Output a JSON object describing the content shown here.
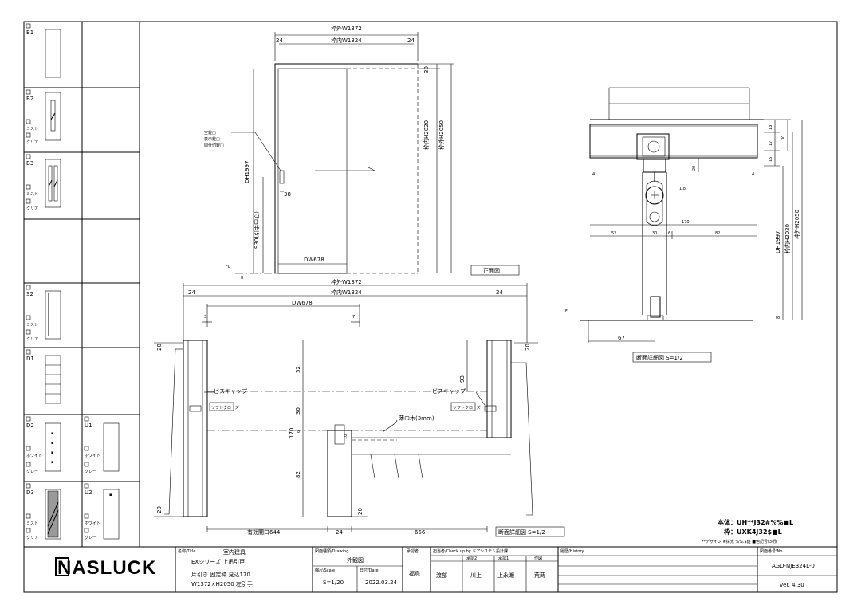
{
  "sidebar": {
    "types": [
      {
        "code": "B1",
        "options": []
      },
      {
        "code": "B2",
        "options": [
          "ミスト",
          "クリア"
        ]
      },
      {
        "code": "B3",
        "options": [
          "ミスト",
          "クリア"
        ]
      },
      {
        "code": "S2",
        "options": [
          "ミスト",
          "クリア"
        ]
      },
      {
        "code": "D1",
        "options": []
      },
      {
        "code": "D2",
        "options": [
          "ホワイト",
          "グレー"
        ]
      },
      {
        "code": "U1",
        "options": [
          "ホワイト",
          "グレー"
        ]
      },
      {
        "code": "D3",
        "options": [
          "ミスト",
          "クリア"
        ]
      },
      {
        "code": "U2",
        "options": [
          "ホワイト",
          "グレー"
        ]
      }
    ]
  },
  "front_view": {
    "outer_width": "枠外W1372",
    "inner_width": "枠内W1324",
    "margin_left": "24",
    "margin_right": "24",
    "top_gap": "30",
    "dh": "DH1997",
    "inner_height": "枠内H2020",
    "outer_height": "枠外H2050",
    "handle_height": "930(引手中心)",
    "handle_offset": "38",
    "dw": "DW678",
    "handle_options": [
      "空錠□",
      "表示錠□",
      "間仕切錠□"
    ],
    "floor_mark": "FL",
    "floor_gap": "8",
    "label": "正面図"
  },
  "plan_view": {
    "outer_width": "枠外W1372",
    "inner_width": "枠内W1324",
    "margin_left": "24",
    "margin_right": "24",
    "dw": "DW678",
    "dim_3": "3",
    "dim_7": "7",
    "dim_20": "20",
    "dim_52": "52",
    "dim_30": "30",
    "dim_170": "170",
    "dim_6": "6",
    "dim_82": "82",
    "dim_93": "93",
    "dim_10": "10",
    "screw_cap_left": "ビスキャップ",
    "screw_cap_right": "ビスキャップ",
    "soft_close": "ソフトクローズ",
    "veneer": "薄巾木(3mm)",
    "opening": "有効開口644",
    "dim_24": "24",
    "dim_656": "656",
    "label": "断面詳細図 S=1/2"
  },
  "section_view": {
    "dim_13": "13",
    "dim_17": "17",
    "dim_15": "15",
    "dim_30": "30",
    "dim_20": "20",
    "dim_4l": "4",
    "dim_4r": "4",
    "dim_1_8": "1.8",
    "dim_170": "170",
    "dim_52": "52",
    "dim_30b": "30",
    "dim_6": "6",
    "dim_82": "82",
    "dh": "DH1997",
    "inner_height": "枠内H2020",
    "outer_height": "枠外H2050",
    "floor_mark": "FL",
    "floor_gap": "8",
    "dim_67": "67",
    "label": "断面詳細図 S=1/2"
  },
  "spec": {
    "body": "本体：UH**J32#%%■L",
    "frame": "枠：UXK4J32$■L",
    "note": "**デザイン #採光 %%.$錠 ■色記号(3桁)"
  },
  "title_block": {
    "logo": "NASLUCK",
    "name_header": "名称/Title",
    "name1": "室内建具",
    "name2": "EXシリーズ 上吊引戸",
    "name3": "片引き 固定枠 見込170",
    "name4": "W1372×H2050 左引手",
    "drawing_header": "図面種類/Drawing",
    "drawing_type": "外観図",
    "scale_header": "縮尺/Scale",
    "scale": "S=1/20",
    "date_header": "日付/Date",
    "date": "2022.03.24",
    "company_header": "承認者",
    "company": "福島",
    "check_header": "担当者/Check up by ドアシステム設計課",
    "approver_labels": [
      "承認2",
      "承認1",
      "作図"
    ],
    "approver_names": [
      "渡部",
      "川上",
      "上永瀬",
      "荒蒔"
    ],
    "history_header": "履歴/History",
    "drawing_no_header": "図面番号/No.",
    "drawing_no": "AGD-NJE324L-0",
    "version": "ver. 4.30"
  }
}
